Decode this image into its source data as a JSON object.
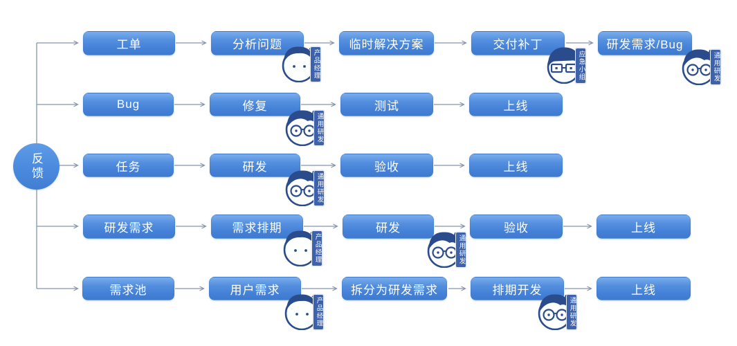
{
  "flow": {
    "source_label": "反馈",
    "rows": [
      {
        "boxes": [
          {
            "label": "工单"
          },
          {
            "label": "分析问题"
          },
          {
            "label": "临时解决方案"
          },
          {
            "label": "交付补丁"
          },
          {
            "label": "研发需求/Bug"
          }
        ]
      },
      {
        "boxes": [
          {
            "label": "Bug"
          },
          {
            "label": "修复"
          },
          {
            "label": "测试"
          },
          {
            "label": "上线"
          }
        ]
      },
      {
        "boxes": [
          {
            "label": "任务"
          },
          {
            "label": "研发"
          },
          {
            "label": "验收"
          },
          {
            "label": "上线"
          }
        ]
      },
      {
        "boxes": [
          {
            "label": "研发需求"
          },
          {
            "label": "需求排期"
          },
          {
            "label": "研发"
          },
          {
            "label": "验收"
          },
          {
            "label": "上线"
          }
        ]
      },
      {
        "boxes": [
          {
            "label": "需求池"
          },
          {
            "label": "用户需求"
          },
          {
            "label": "拆分为研发需求"
          },
          {
            "label": "排期开发"
          },
          {
            "label": "上线"
          }
        ]
      }
    ],
    "roles": {
      "product_manager": "产品经理",
      "general_dev": "通用研发",
      "emergency_team": "应急小组"
    },
    "colors": {
      "box_gradient_top": "#79adec",
      "box_gradient_bottom": "#3e7ace",
      "connector": "#8494ab",
      "avatar_navy": "#2b4c8c",
      "tag_background": "#3d62ab",
      "label_text": "#ffffff"
    }
  }
}
